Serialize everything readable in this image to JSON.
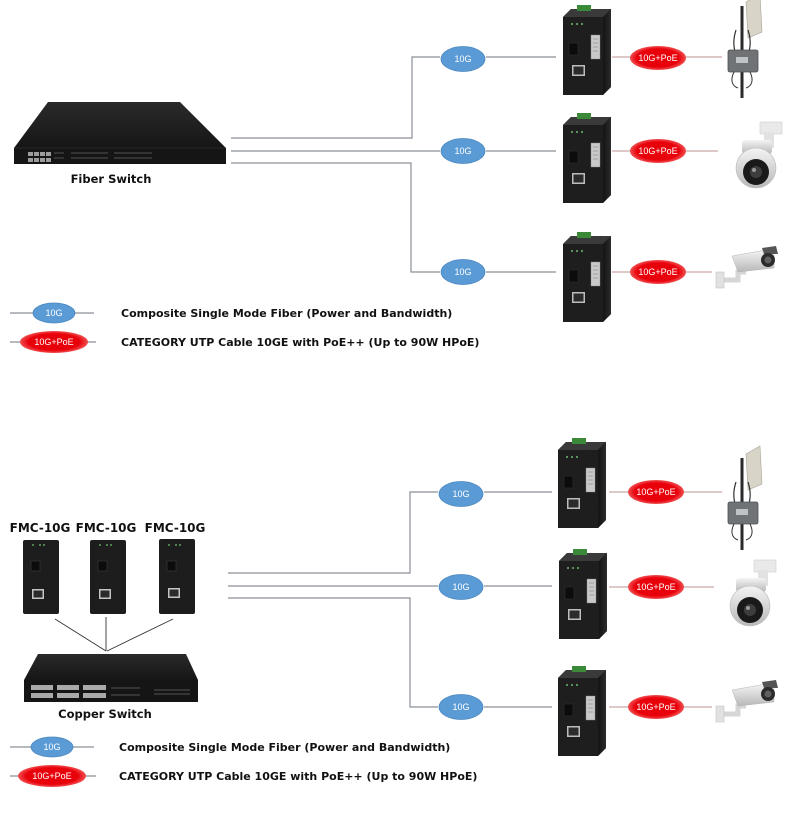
{
  "colors": {
    "fiber_oval": "#5b9bd5",
    "poe_oval": "#e8000b",
    "wire": "#8a9096"
  },
  "top_section": {
    "switch_label": "Fiber Switch",
    "branches": [
      {
        "fiber_label": "10G",
        "poe_label": "10G+PoE",
        "endpoint": "wireless-access-point"
      },
      {
        "fiber_label": "10G",
        "poe_label": "10G+PoE",
        "endpoint": "ptz-dome-camera"
      },
      {
        "fiber_label": "10G",
        "poe_label": "10G+PoE",
        "endpoint": "bullet-camera"
      }
    ],
    "legend": [
      {
        "oval_label": "10G",
        "text": "Composite Single Mode Fiber (Power and Bandwidth)"
      },
      {
        "oval_label": "10G+PoE",
        "text": "CATEGORY UTP Cable 10GE with PoE++ (Up to 90W HPoE)"
      }
    ]
  },
  "bottom_section": {
    "switch_label": "Copper Switch",
    "converters": [
      {
        "label": "FMC-10G"
      },
      {
        "label": "FMC-10G"
      },
      {
        "label": "FMC-10G"
      }
    ],
    "branches": [
      {
        "fiber_label": "10G",
        "poe_label": "10G+PoE",
        "endpoint": "wireless-access-point"
      },
      {
        "fiber_label": "10G",
        "poe_label": "10G+PoE",
        "endpoint": "ptz-dome-camera"
      },
      {
        "fiber_label": "10G",
        "poe_label": "10G+PoE",
        "endpoint": "bullet-camera"
      }
    ],
    "legend": [
      {
        "oval_label": "10G",
        "text": "Composite Single Mode Fiber (Power and Bandwidth)"
      },
      {
        "oval_label": "10G+PoE",
        "text": "CATEGORY UTP Cable 10GE with PoE++ (Up to 90W HPoE)"
      }
    ]
  }
}
